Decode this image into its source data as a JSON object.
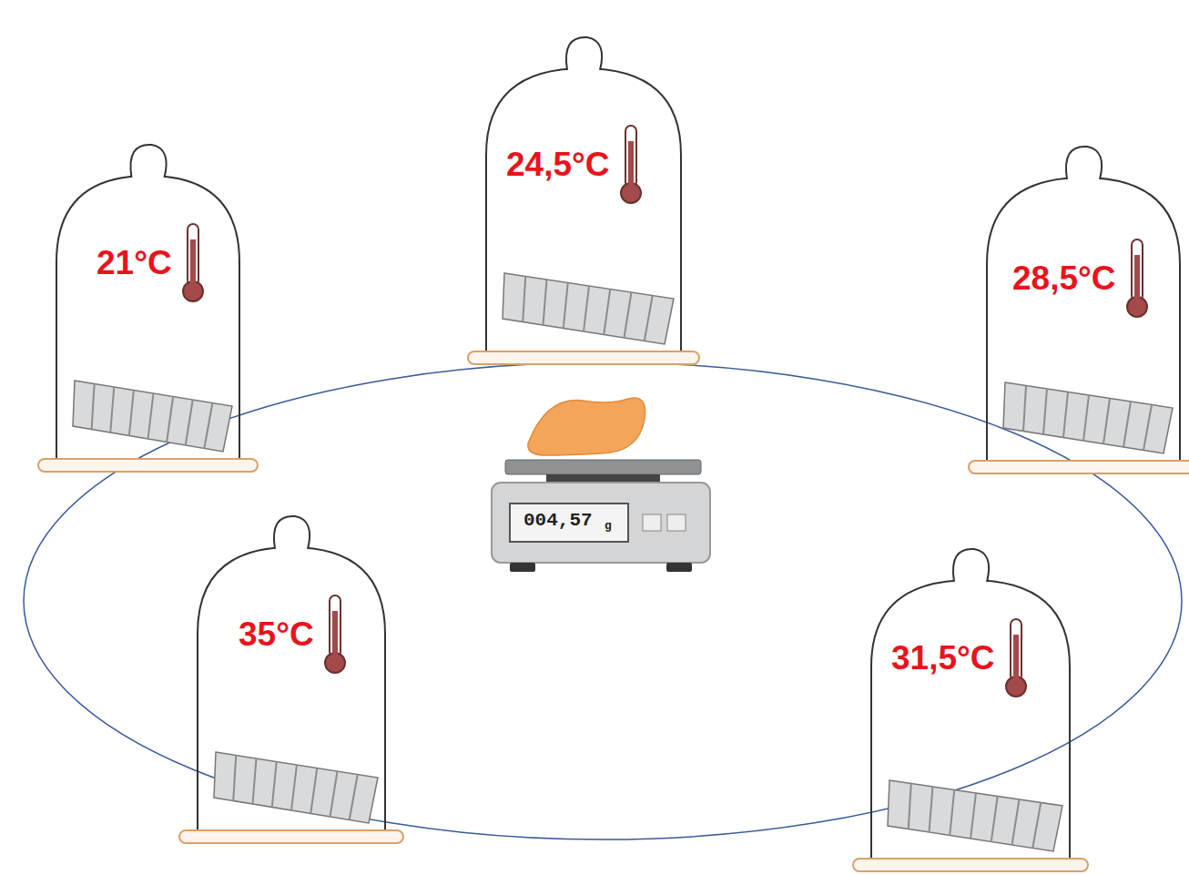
{
  "diagram": {
    "nodes": [
      {
        "text": [
          "21°C"
        ]
      },
      {
        "text": [
          "24,5°C"
        ]
      },
      {
        "text": [
          "28,5°C"
        ]
      },
      {
        "text": [
          "31,5°C"
        ]
      },
      {
        "text": [
          "35°C"
        ]
      }
    ],
    "labels": [
      "004,57",
      "g"
    ]
  }
}
